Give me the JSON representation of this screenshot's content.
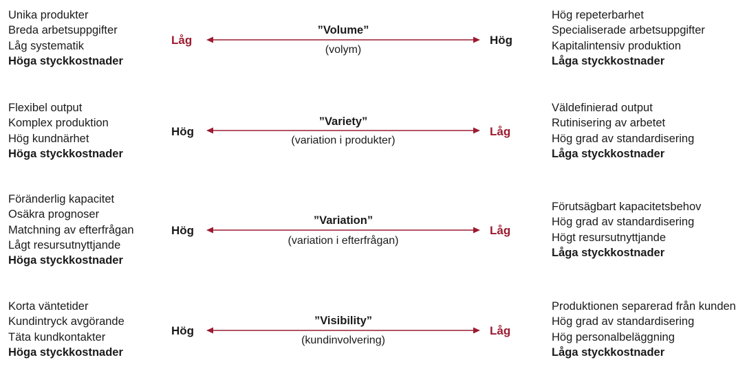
{
  "colors": {
    "arrow": "#9b1b30",
    "accent_text": "#9b1b30",
    "text": "#1a1a1a"
  },
  "rows": [
    {
      "left_items": [
        "Unika produkter",
        "Breda arbetsuppgifter",
        "Låg systematik"
      ],
      "left_bold": "Höga styckkostnader",
      "left_end": "Låg",
      "dimension": "”Volume”",
      "description": "(volym)",
      "right_end": "Hög",
      "right_items": [
        "Hög repeterbarhet",
        "Specialiserade arbetsuppgifter",
        "Kapitalintensiv produktion"
      ],
      "right_bold": "Låga styckkostnader"
    },
    {
      "left_items": [
        "Flexibel output",
        "Komplex produktion",
        "Hög kundnärhet"
      ],
      "left_bold": "Höga styckkostnader",
      "left_end": "Hög",
      "dimension": "”Variety”",
      "description": "(variation i produkter)",
      "right_end": "Låg",
      "right_items": [
        "Väldefinierad output",
        "Rutinisering av arbetet",
        "Hög grad av standardisering"
      ],
      "right_bold": "Låga styckkostnader"
    },
    {
      "left_items": [
        "Föränderlig kapacitet",
        "Osäkra prognoser",
        "Matchning av efterfrågan",
        "Lågt resursutnyttjande"
      ],
      "left_bold": "Höga styckkostnader",
      "left_end": "Hög",
      "dimension": "”Variation”",
      "description": "(variation i efterfrågan)",
      "right_end": "Låg",
      "right_items": [
        "Förutsägbart kapacitetsbehov",
        "Hög grad av standardisering",
        "Högt resursutnyttjande"
      ],
      "right_bold": "Låga styckkostnader"
    },
    {
      "left_items": [
        "Korta väntetider",
        "Kundintryck avgörande",
        "Täta kundkontakter"
      ],
      "left_bold": "Höga styckkostnader",
      "left_end": "Hög",
      "dimension": "”Visibility”",
      "description": "(kundinvolvering)",
      "right_end": "Låg",
      "right_items": [
        "Produktionen separerad från kunden",
        "Hög grad av standardisering",
        "Hög personalbeläggning"
      ],
      "right_bold": "Låga styckkostnader"
    }
  ]
}
